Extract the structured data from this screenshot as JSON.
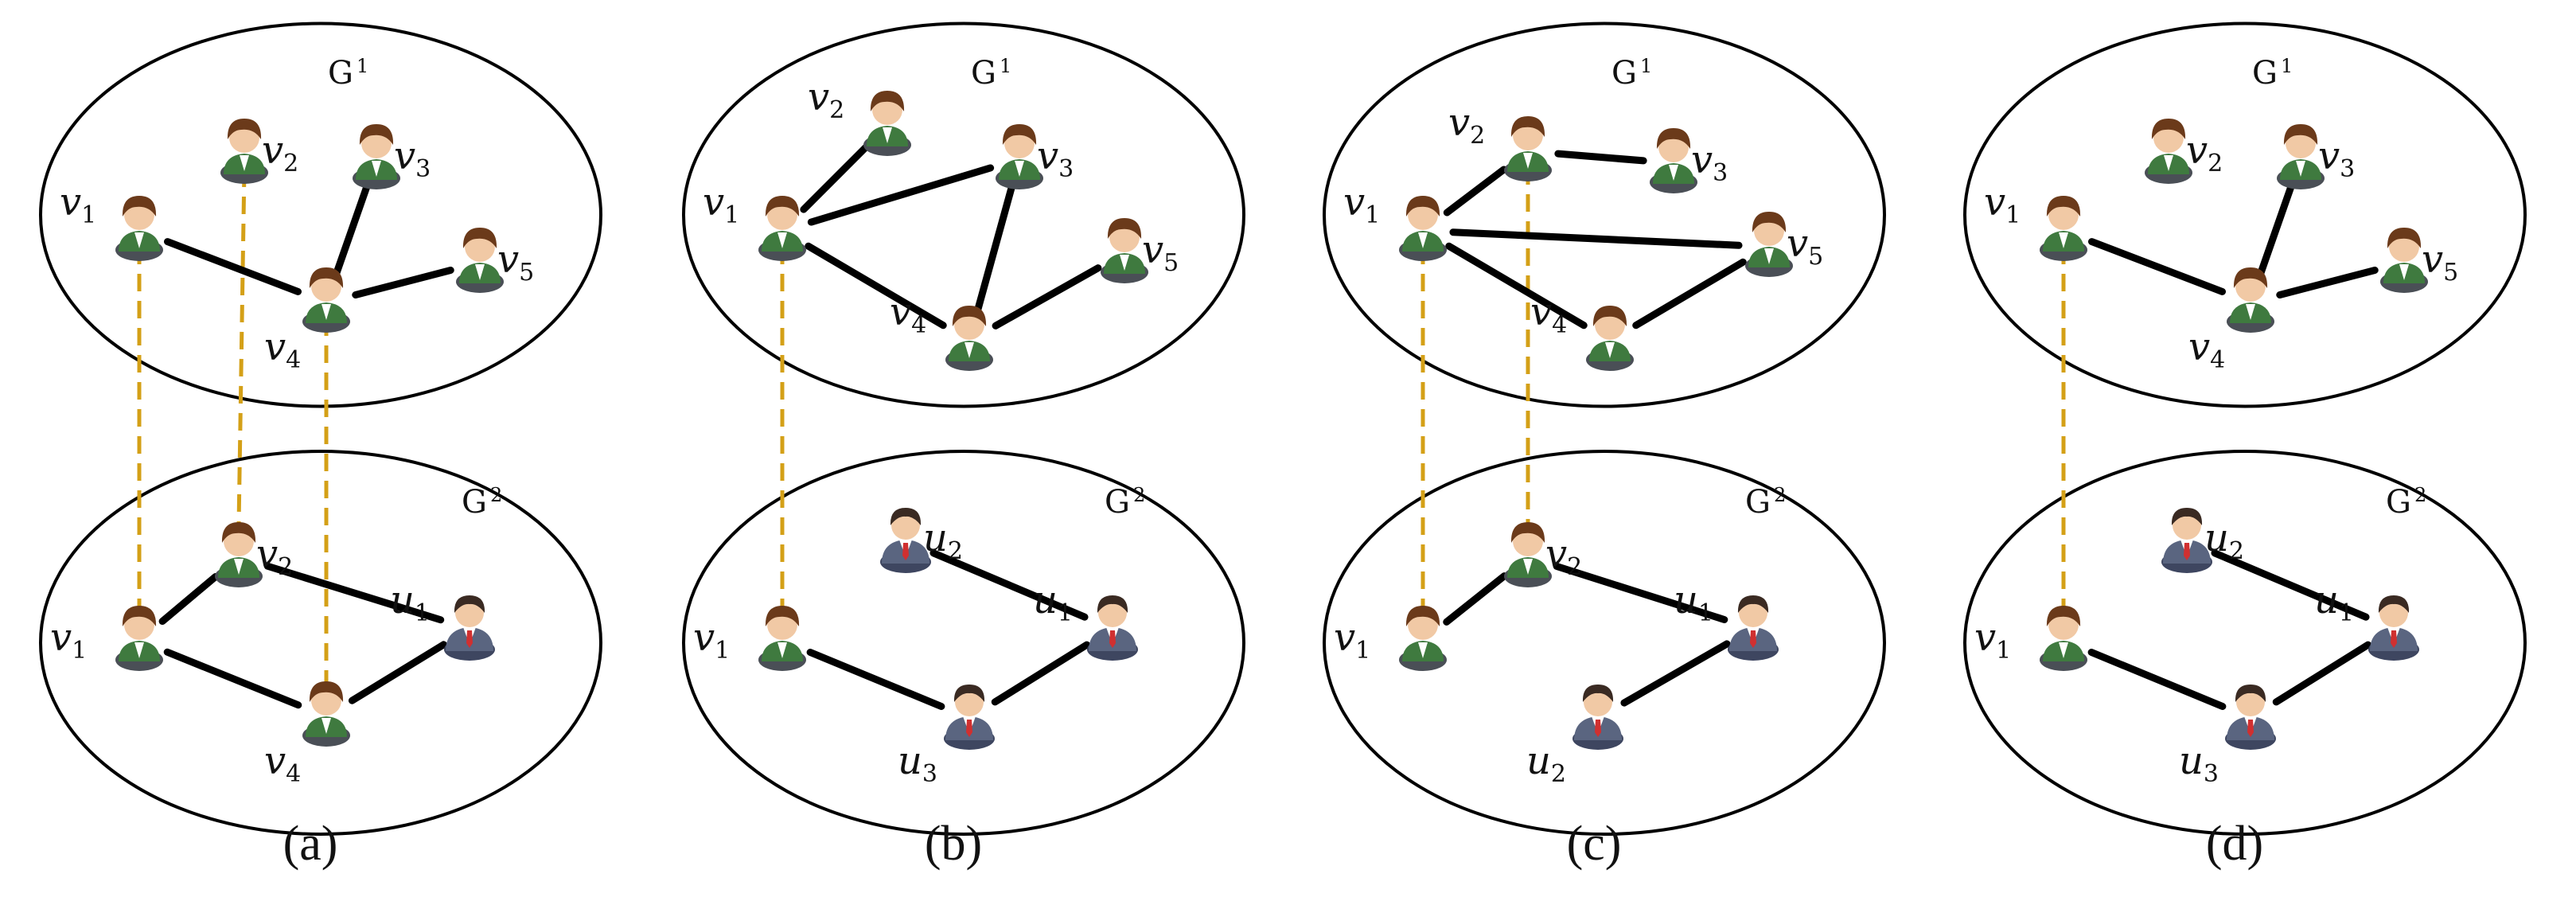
{
  "colors": {
    "edge": "#000000",
    "anchor_link": "#d4a017",
    "ellipse_stroke": "#000000",
    "skin": "#f1c9a5",
    "hair": "#6b3a1a",
    "green_shirt": "#3f7a3f",
    "suit": "#5a6580",
    "tie": "#d03030"
  },
  "icons": {
    "v_person": "user-green-shirt-icon",
    "u_person": "user-suit-red-tie-icon"
  },
  "panels": [
    {
      "caption": "(a)",
      "g1_title": "G",
      "g1_sup": "1",
      "g2_title": "G",
      "g2_sup": "2",
      "g1_nodes": [
        {
          "id": "v1",
          "base": "v",
          "sub": "1"
        },
        {
          "id": "v2",
          "base": "v",
          "sub": "2"
        },
        {
          "id": "v3",
          "base": "v",
          "sub": "3"
        },
        {
          "id": "v4",
          "base": "v",
          "sub": "4"
        },
        {
          "id": "v5",
          "base": "v",
          "sub": "5"
        }
      ],
      "g1_edges": [
        [
          "v1",
          "v4"
        ],
        [
          "v3",
          "v4"
        ],
        [
          "v4",
          "v5"
        ]
      ],
      "g2_nodes": [
        {
          "id": "v1",
          "base": "v",
          "sub": "1"
        },
        {
          "id": "v2",
          "base": "v",
          "sub": "2"
        },
        {
          "id": "v4",
          "base": "v",
          "sub": "4"
        },
        {
          "id": "u1",
          "base": "u",
          "sub": "1"
        }
      ],
      "g2_edges": [
        [
          "v1",
          "v2"
        ],
        [
          "v1",
          "v4"
        ],
        [
          "v2",
          "u1"
        ],
        [
          "v4",
          "u1"
        ]
      ],
      "anchor_links": [
        "v1",
        "v2",
        "v4"
      ]
    },
    {
      "caption": "(b)",
      "g1_title": "G",
      "g1_sup": "1",
      "g2_title": "G",
      "g2_sup": "2",
      "g1_nodes": [
        {
          "id": "v1",
          "base": "v",
          "sub": "1"
        },
        {
          "id": "v2",
          "base": "v",
          "sub": "2"
        },
        {
          "id": "v3",
          "base": "v",
          "sub": "3"
        },
        {
          "id": "v4",
          "base": "v",
          "sub": "4"
        },
        {
          "id": "v5",
          "base": "v",
          "sub": "5"
        }
      ],
      "g1_edges": [
        [
          "v1",
          "v2"
        ],
        [
          "v1",
          "v3"
        ],
        [
          "v1",
          "v4"
        ],
        [
          "v3",
          "v4"
        ],
        [
          "v4",
          "v5"
        ]
      ],
      "g2_nodes": [
        {
          "id": "v1",
          "base": "v",
          "sub": "1"
        },
        {
          "id": "u2",
          "base": "u",
          "sub": "2"
        },
        {
          "id": "u3",
          "base": "u",
          "sub": "3"
        },
        {
          "id": "u1",
          "base": "u",
          "sub": "1"
        }
      ],
      "g2_edges": [
        [
          "v1",
          "u3"
        ],
        [
          "u2",
          "u1"
        ],
        [
          "u3",
          "u1"
        ]
      ],
      "anchor_links": [
        "v1"
      ]
    },
    {
      "caption": "(c)",
      "g1_title": "G",
      "g1_sup": "1",
      "g2_title": "G",
      "g2_sup": "2",
      "g1_nodes": [
        {
          "id": "v1",
          "base": "v",
          "sub": "1"
        },
        {
          "id": "v2",
          "base": "v",
          "sub": "2"
        },
        {
          "id": "v3",
          "base": "v",
          "sub": "3"
        },
        {
          "id": "v4",
          "base": "v",
          "sub": "4"
        },
        {
          "id": "v5",
          "base": "v",
          "sub": "5"
        }
      ],
      "g1_edges": [
        [
          "v1",
          "v2"
        ],
        [
          "v2",
          "v3"
        ],
        [
          "v1",
          "v5"
        ],
        [
          "v1",
          "v4"
        ],
        [
          "v4",
          "v5"
        ]
      ],
      "g2_nodes": [
        {
          "id": "v1",
          "base": "v",
          "sub": "1"
        },
        {
          "id": "v2",
          "base": "v",
          "sub": "2"
        },
        {
          "id": "u2",
          "base": "u",
          "sub": "2"
        },
        {
          "id": "u1",
          "base": "u",
          "sub": "1"
        }
      ],
      "g2_edges": [
        [
          "v1",
          "v2"
        ],
        [
          "v2",
          "u1"
        ],
        [
          "u2",
          "u1"
        ]
      ],
      "anchor_links": [
        "v1",
        "v2"
      ]
    },
    {
      "caption": "(d)",
      "g1_title": "G",
      "g1_sup": "1",
      "g2_title": "G",
      "g2_sup": "2",
      "g1_nodes": [
        {
          "id": "v1",
          "base": "v",
          "sub": "1"
        },
        {
          "id": "v2",
          "base": "v",
          "sub": "2"
        },
        {
          "id": "v3",
          "base": "v",
          "sub": "3"
        },
        {
          "id": "v4",
          "base": "v",
          "sub": "4"
        },
        {
          "id": "v5",
          "base": "v",
          "sub": "5"
        }
      ],
      "g1_edges": [
        [
          "v1",
          "v4"
        ],
        [
          "v3",
          "v4"
        ],
        [
          "v4",
          "v5"
        ]
      ],
      "g2_nodes": [
        {
          "id": "v1",
          "base": "v",
          "sub": "1"
        },
        {
          "id": "u2",
          "base": "u",
          "sub": "2"
        },
        {
          "id": "u3",
          "base": "u",
          "sub": "3"
        },
        {
          "id": "u1",
          "base": "u",
          "sub": "1"
        }
      ],
      "g2_edges": [
        [
          "v1",
          "u3"
        ],
        [
          "u2",
          "u1"
        ],
        [
          "u3",
          "u1"
        ]
      ],
      "anchor_links": [
        "v1"
      ]
    }
  ]
}
